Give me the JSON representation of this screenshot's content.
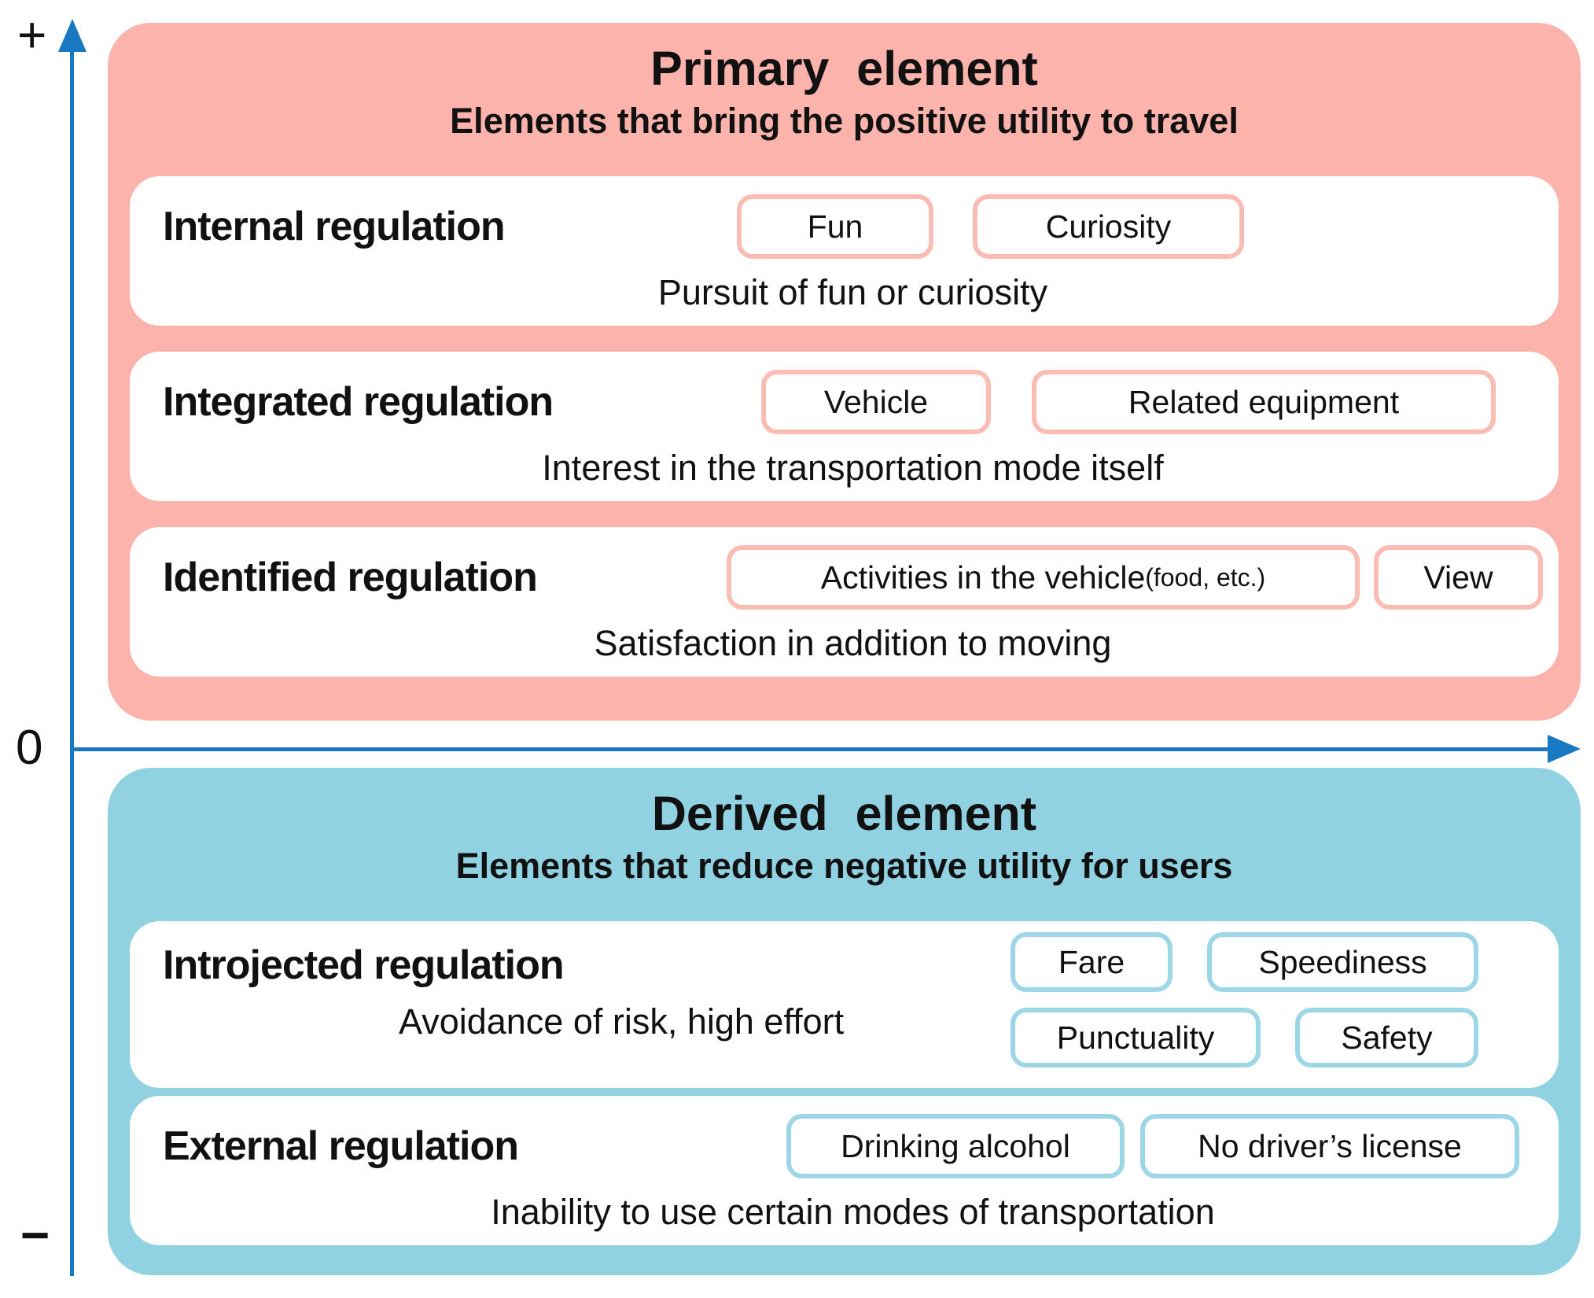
{
  "colors": {
    "pink_bg": "#FBB3AB",
    "pink_border": "#FBBCB4",
    "blue_bg": "#90D2E2",
    "blue_border": "#9DD6E6",
    "axis_blue": "#1878C2"
  },
  "axis": {
    "plus": "+",
    "zero": "0",
    "minus": "−"
  },
  "primary": {
    "title": "Primary element",
    "subtitle": "Elements that bring the positive utility to travel",
    "rows": [
      {
        "label": "Internal regulation",
        "desc": "Pursuit of fun or curiosity",
        "chips": [
          {
            "label": "Fun"
          },
          {
            "label": "Curiosity"
          }
        ]
      },
      {
        "label": "Integrated regulation",
        "desc": "Interest in the transportation mode itself",
        "chips": [
          {
            "label": "Vehicle"
          },
          {
            "label": "Related equipment"
          }
        ]
      },
      {
        "label": "Identified regulation",
        "desc": "Satisfaction in addition to moving",
        "chips": [
          {
            "label": "Activities in the vehicle",
            "suffix": "(food, etc.)"
          },
          {
            "label": "View"
          }
        ]
      }
    ]
  },
  "derived": {
    "title": "Derived element",
    "subtitle": "Elements that reduce negative utility for users",
    "rows": [
      {
        "label": "Introjected regulation",
        "desc": "Avoidance of risk, high effort",
        "chips": [
          {
            "label": "Fare"
          },
          {
            "label": "Speediness"
          },
          {
            "label": "Punctuality"
          },
          {
            "label": "Safety"
          }
        ]
      },
      {
        "label": "External regulation",
        "desc": "Inability to use certain modes of transportation",
        "chips": [
          {
            "label": "Drinking alcohol"
          },
          {
            "label": "No driver’s license"
          }
        ]
      }
    ]
  }
}
